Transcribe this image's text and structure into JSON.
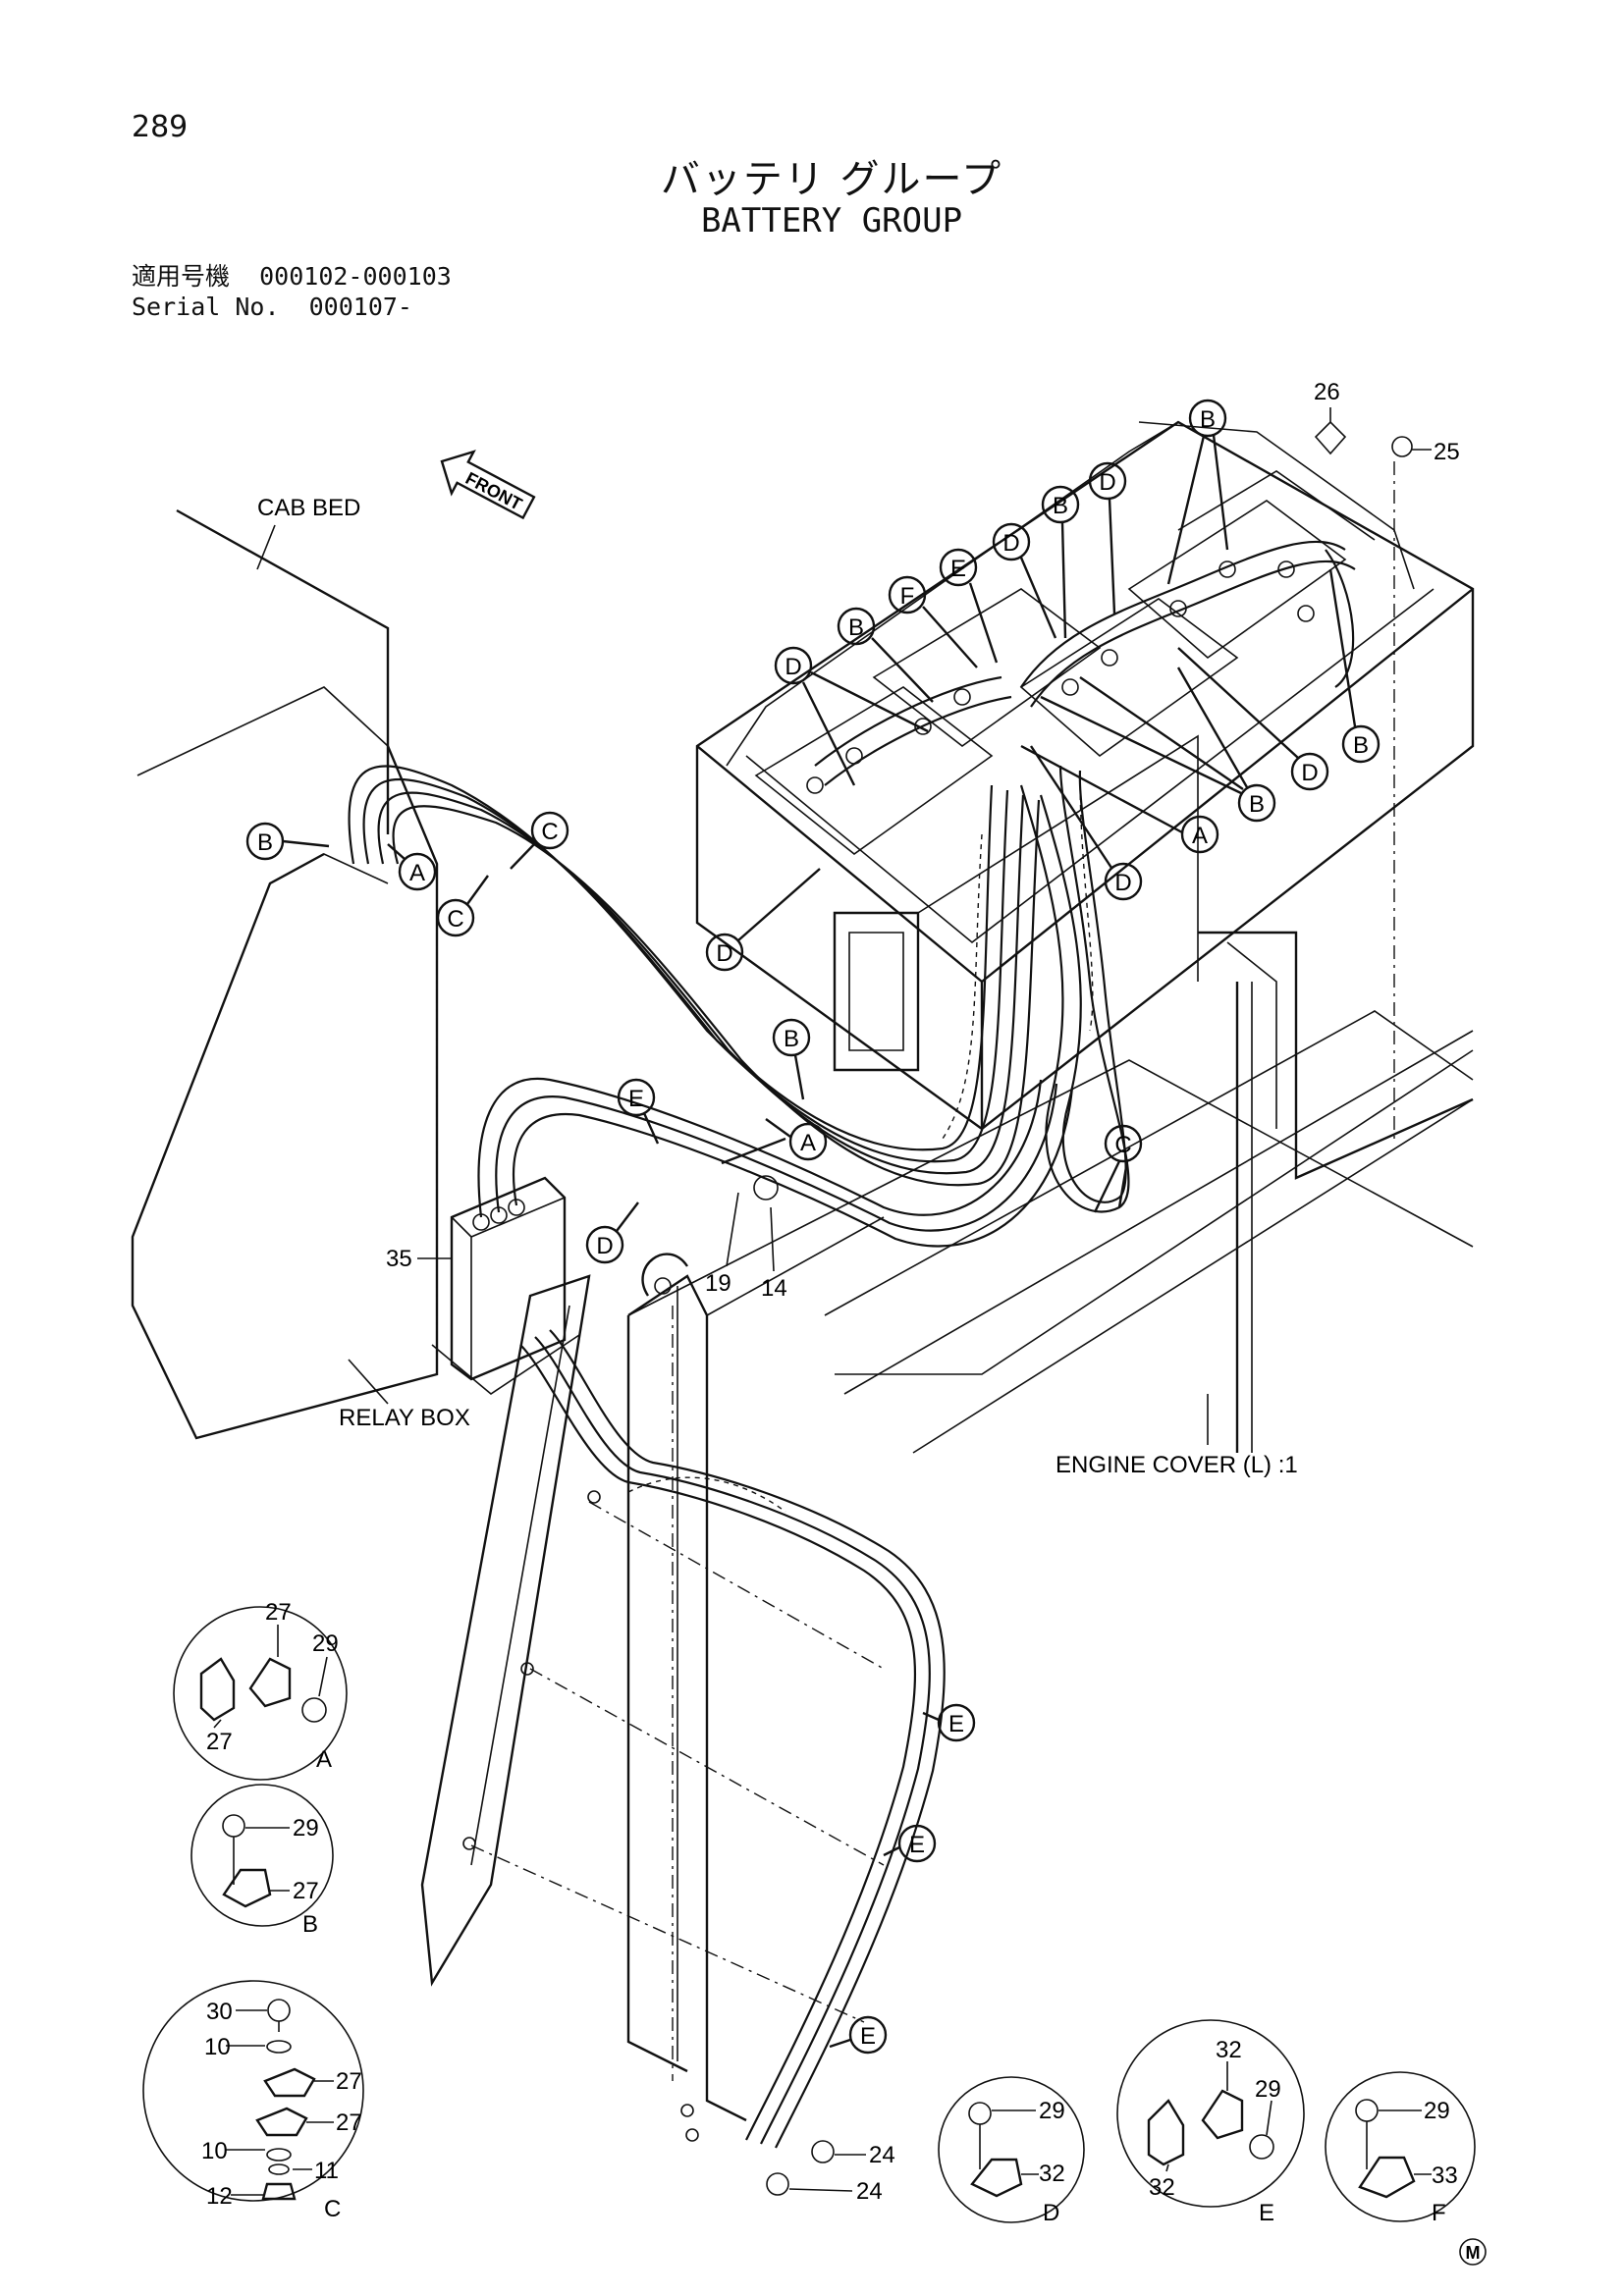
{
  "page": {
    "number": "289"
  },
  "title": {
    "ja": "バッテリ グループ",
    "en": "BATTERY GROUP"
  },
  "applicability": {
    "label_ja": "適用号機",
    "range_ja": "000102-000103",
    "serial_label": "Serial No.",
    "serial_value": "000107-"
  },
  "labels": {
    "cab_bed": "CAB BED",
    "front": "FRONT",
    "relay_box": "RELAY BOX",
    "engine_cover": "ENGINE COVER (L) :1"
  },
  "callouts": {
    "A": "A",
    "B": "B",
    "C": "C",
    "D": "D",
    "E": "E",
    "F": "F"
  },
  "parts": {
    "p10": "10",
    "p11": "11",
    "p12": "12",
    "p14": "14",
    "p19": "19",
    "p24": "24",
    "p25": "25",
    "p26": "26",
    "p27": "27",
    "p29": "29",
    "p30": "30",
    "p32": "32",
    "p33": "33",
    "p35": "35"
  },
  "detail_labels": {
    "A": "A",
    "B": "B",
    "C": "C",
    "D": "D",
    "E": "E",
    "F": "F"
  },
  "mark": "M"
}
